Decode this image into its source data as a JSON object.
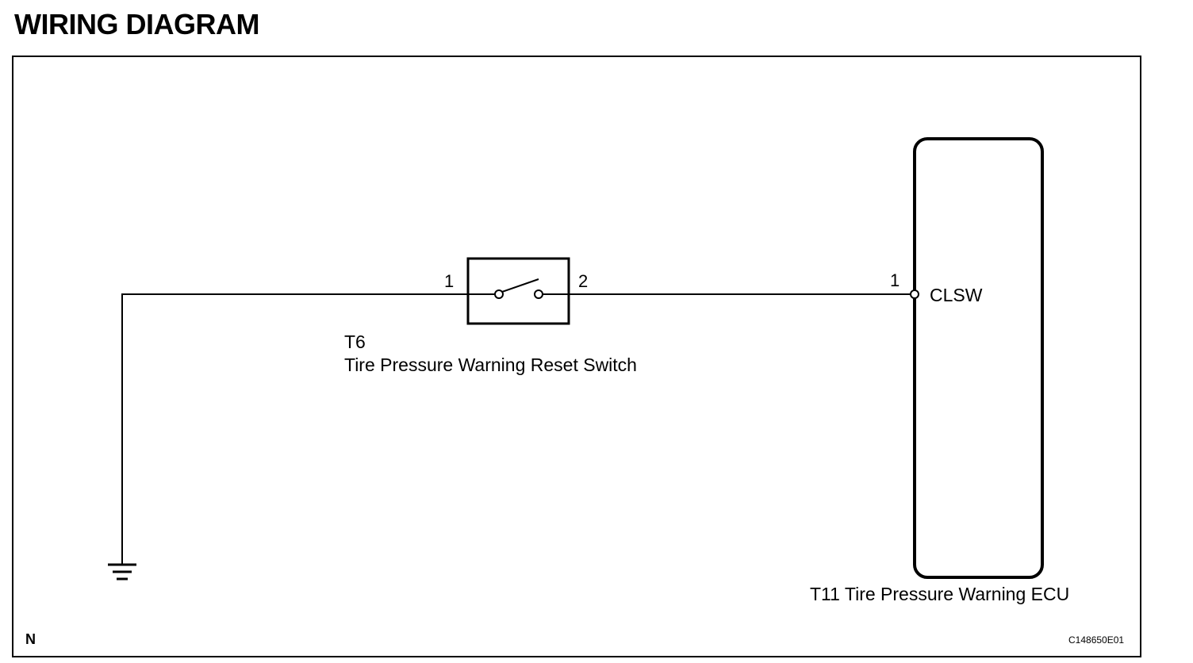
{
  "page": {
    "title": "WIRING DIAGRAM",
    "frame_letter": "N",
    "figure_code": "C148650E01"
  },
  "switch": {
    "connector": "T6",
    "name": "Tire Pressure Warning Reset Switch",
    "pin_left": "1",
    "pin_right": "2"
  },
  "ecu": {
    "label": "T11 Tire Pressure Warning ECU",
    "pin": "1",
    "terminal": "CLSW"
  },
  "colors": {
    "line": "#000000",
    "background": "#ffffff"
  }
}
